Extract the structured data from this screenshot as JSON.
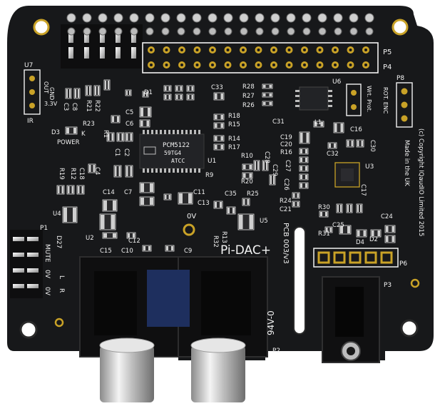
{
  "board": {
    "product_name": "Pi-DAC+",
    "pcb_version": "PCB 003/v3",
    "copyright_lines": [
      "(c) Copyright IQaudIO Limited 2015",
      "Made in the UK"
    ],
    "chip_markings": [
      "PCM5122",
      "59TG4",
      "ATCC"
    ],
    "ul_mark": "94V-0",
    "colors": {
      "pcb": "#17181a",
      "silkscreen": "#f2f2f2",
      "pad_gold": "#c9a227",
      "chip": "#222326",
      "header_black": "#0e0e0f",
      "pin_silver": "#c8c8c8",
      "rca_chrome": "#d9d9d9",
      "background": "#ffffff"
    }
  },
  "labels": {
    "p5": "P5",
    "p4": "P4",
    "u6": "U6",
    "p8": "P8",
    "rot_enc": "ROT. ENC",
    "wrt_prot": "Wrt. Prot.",
    "u7": "U7",
    "out": "OUT",
    "gnd": "GND",
    "v33": "3.3V",
    "ir": "IR",
    "d1": "D1",
    "d3": "D3",
    "k": "K",
    "power": "POWER",
    "r23": "R23",
    "c33": "C33",
    "r28": "R28",
    "r27": "R27",
    "r26": "R26",
    "c31": "C31",
    "r18": "R18",
    "r15": "R15",
    "r14": "R14",
    "r17": "R17",
    "r10": "R10",
    "r20": "R20",
    "r9": "R9",
    "u1": "U1",
    "c19": "C19",
    "c20": "C20",
    "r16": "R16",
    "c32": "C32",
    "c16": "C16",
    "u3": "U3",
    "c17": "C17",
    "c11": "C11",
    "c13": "C13",
    "c35": "C35",
    "r25": "R25",
    "r24": "R24",
    "c21": "C21",
    "r30": "R30",
    "c25": "C25",
    "r31": "R31",
    "c24": "C24",
    "d4": "D4",
    "d2": "D2",
    "p6": "P6",
    "p3": "P3",
    "p2": "P2",
    "u5": "U5",
    "r32": "R32",
    "r13": "R13",
    "ov": "0V",
    "c9": "C9",
    "c12": "C12",
    "c10": "C10",
    "c15": "C15",
    "u2": "U2",
    "u4": "U4",
    "c14": "C14",
    "c7": "C7",
    "r19": "R19",
    "r12": "R12",
    "c18": "C18",
    "c4": "C4",
    "c1": "C1",
    "c2": "C2",
    "c5": "C5",
    "c6": "C6",
    "r1": "R1",
    "r21": "R21",
    "r22": "R22",
    "c29": "C29",
    "c28": "C28",
    "c27": "C27",
    "c26": "C26",
    "c30": "C30",
    "l1": "L1",
    "p1": "P1",
    "mute": "MUTE",
    "d27": "D27",
    "ov_left": "0V",
    "ov_left2": "0V",
    "l_ch": "L",
    "r_ch": "R",
    "c3": "C3",
    "c8": "C8"
  }
}
